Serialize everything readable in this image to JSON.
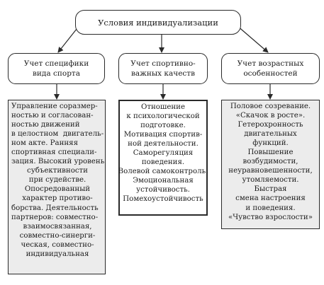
{
  "top": {
    "label": "Условия индивидуализации"
  },
  "middle": [
    {
      "lines": [
        "Учет специфики",
        "вида спорта"
      ]
    },
    {
      "lines": [
        "Учет спортивно-",
        "важных качеств"
      ]
    },
    {
      "lines": [
        "Учет возрастных",
        "особенностей"
      ]
    }
  ],
  "bottom": [
    {
      "lines": [
        "Управление соразмер-",
        "ностью и согласован-",
        "ностью движений",
        "в целостном  двигатель-",
        "ном акте. Ранняя",
        "спортивная специали-",
        "зация. Высокий уровень",
        "субъективности",
        "при судействе.",
        "Опосредованный",
        "характер противо-",
        "борства. Деятельность",
        "партнеров: совместно-",
        "взаимосвязанная,",
        "совместно-синерги-",
        "ческая, совместно-",
        "индивидуальная"
      ]
    },
    {
      "lines": [
        "Отношение",
        "к психологической",
        "подготовке.",
        "Мотивация спортив-",
        "ной деятельности.",
        "Саморегуляция",
        "поведения.",
        "Волевой самоконтроль.",
        "Эмоциональная",
        "устойчивость.",
        "Помехоустойчивость"
      ]
    },
    {
      "lines": [
        "Половое созревание.",
        "«Скачок в росте».",
        "Гетерохронность",
        "двигательных",
        "функций.",
        "Повышение",
        "возбудимости,",
        "неуравновешенности,",
        "утомляемости.",
        "Быстрая",
        "смена настроения",
        "и поведения.",
        "«Чувство взрослости»"
      ]
    }
  ],
  "style": {
    "stroke": "#2a2a2a",
    "shaded_fill": "#ececec"
  }
}
